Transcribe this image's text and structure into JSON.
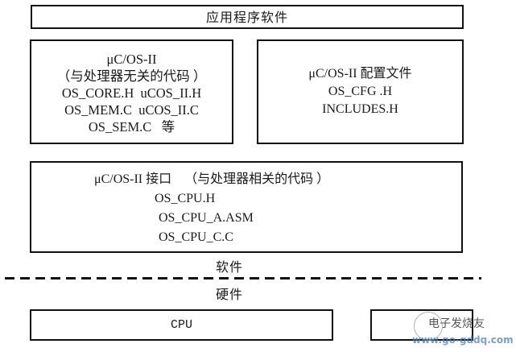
{
  "diagram": {
    "application_layer": {
      "label": "应用程序软件"
    },
    "processor_independent_box": {
      "lines": [
        "μC/OS-II",
        "（与处理器无关的代码 ）",
        "OS_CORE.H  uCOS_II.H",
        "OS_MEM.C  uCOS_II.C",
        "OS_SEM.C   等"
      ]
    },
    "config_box": {
      "lines": [
        "μC/OS-II 配置文件",
        "OS_CFG .H",
        "INCLUDES.H"
      ]
    },
    "port_box": {
      "lines": [
        "μC/OS-II 接口    （与处理器相关的代码 ）",
        "OS_CPU.H",
        "OS_CPU_A.ASM",
        "OS_CPU_C.C"
      ]
    },
    "software_label": "软件",
    "hardware_label": "硬件",
    "hardware_boxes": [
      {
        "label": "CPU"
      },
      {
        "label": ""
      }
    ],
    "watermark": {
      "title": "电子发烧友",
      "url": "www.go-gddq.com"
    },
    "colors": {
      "border": "#111111",
      "background": "#ffffff",
      "watermark_url": "#4a7fc8"
    }
  }
}
